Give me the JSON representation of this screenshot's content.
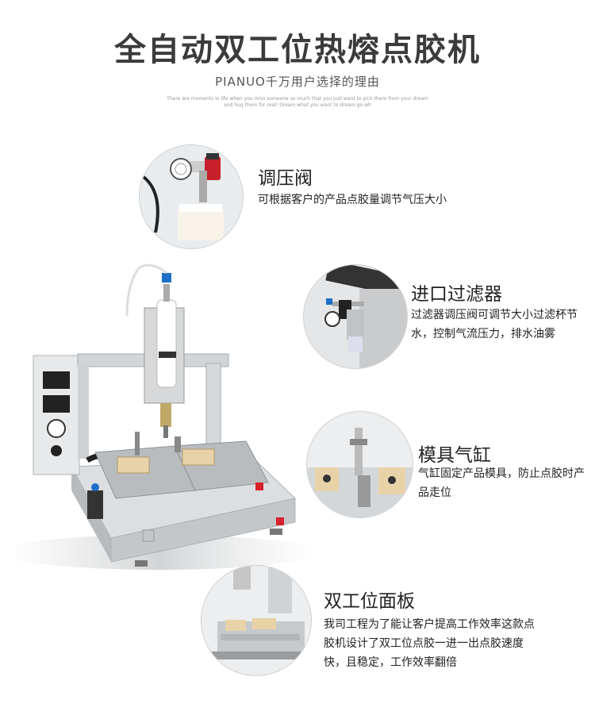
{
  "header": {
    "title": "全自动双工位热熔点胶机",
    "subtitle": "PIANUO千万用户选择的理由",
    "tagline": "There are moments in life when you miss someone so much that you just want to pick them from your dream and hug them for real! Dream what you want to dream;go wh"
  },
  "features": [
    {
      "title": "调压阀",
      "desc": "可根据客户的产品点胶量调节气压大小"
    },
    {
      "title": "进口过滤器",
      "desc": "过滤器调压阀可调节大小过滤杯节水，控制气流压力，排水油雾"
    },
    {
      "title": "模具气缸",
      "desc": "气缸固定产品模具，防止点胶时产品走位"
    },
    {
      "title": "双工位面板",
      "desc": "我司工程为了能让客户提高工作效率这款点胶机设计了双工位点胶一进一出点胶速度快，且稳定，工作效率翻倍"
    }
  ],
  "colors": {
    "accent_blue": "#1e6fc7",
    "accent_red": "#d8202a",
    "machine_gray": "#d9dcde",
    "mold_beige": "#e8d2a8"
  }
}
